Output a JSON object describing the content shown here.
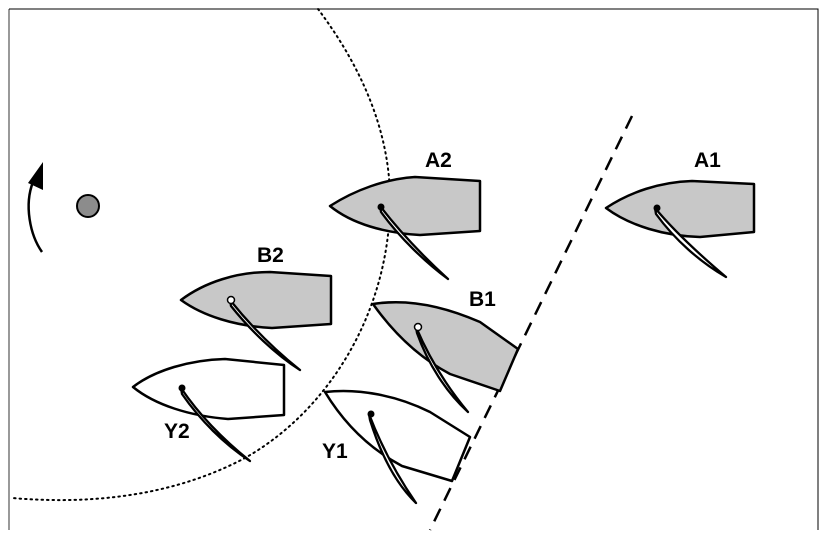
{
  "colors": {
    "grey_hull": "#c8c8c8",
    "white_hull": "#ffffff",
    "mark": "#8c8c8c",
    "line": "#000000"
  },
  "labels": {
    "a1": "A1",
    "a2": "A2",
    "b1": "B1",
    "b2": "B2",
    "y1": "Y1",
    "y2": "Y2"
  },
  "icons": {
    "mark": "circle-mark-icon",
    "rotation": "rotation-arrow-icon"
  }
}
